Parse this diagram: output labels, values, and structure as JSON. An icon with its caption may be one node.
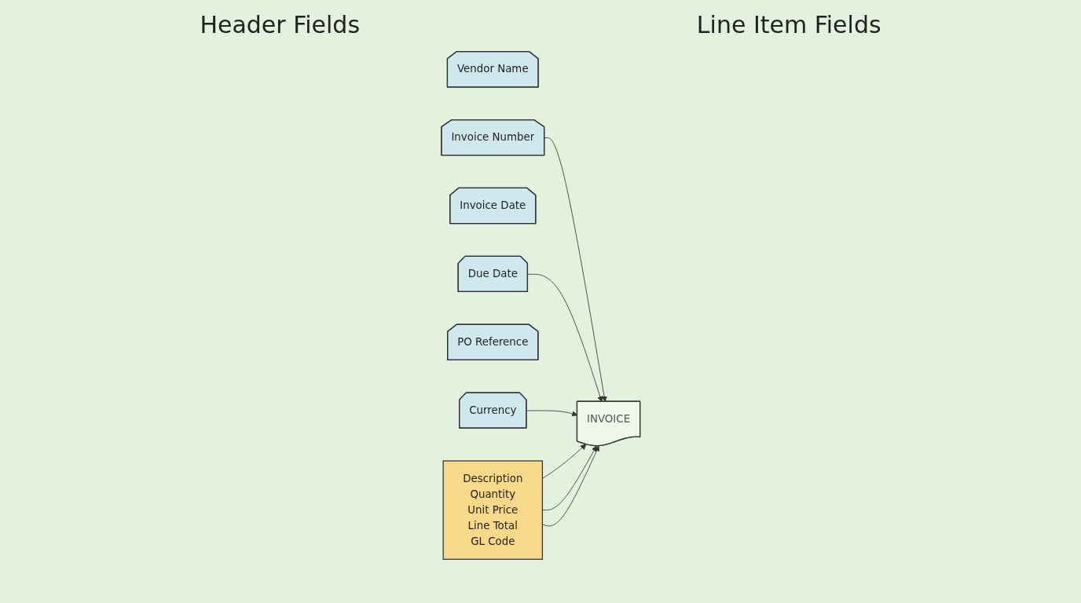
{
  "diagram": {
    "nodes": [
      {
        "text": [
          "Vendor Name"
        ]
      },
      {
        "text": [
          "Invoice Number"
        ]
      },
      {
        "text": [
          "Invoice Date"
        ]
      },
      {
        "text": [
          "Due Date"
        ]
      },
      {
        "text": [
          "PO Reference"
        ]
      },
      {
        "text": [
          "Currency"
        ]
      },
      {
        "text": [
          "INVOICE"
        ]
      },
      {
        "text": [
          "Description",
          "Quantity",
          "Unit Price",
          "Line Total",
          "GL Code"
        ]
      }
    ],
    "edges": [
      {
        "from": 1,
        "to": 6,
        "arrow": "to"
      },
      {
        "from": 3,
        "to": 6,
        "arrow": "to"
      },
      {
        "from": 5,
        "to": 6,
        "arrow": "to"
      },
      {
        "from": 7,
        "to": 6,
        "arrow": "to"
      },
      {
        "from": 7,
        "to": 6,
        "arrow": "to"
      },
      {
        "from": 7,
        "to": 6,
        "arrow": "to"
      }
    ],
    "labels": [
      "Header Fields",
      "Line Item Fields"
    ]
  }
}
